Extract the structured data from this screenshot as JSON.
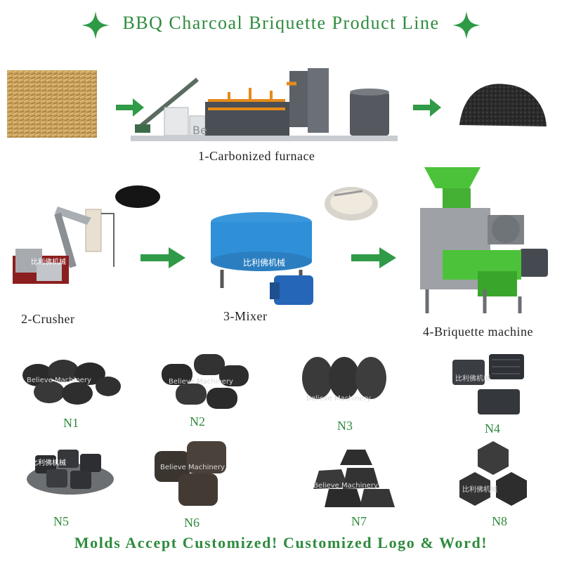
{
  "header": {
    "title": "BBQ Charcoal Briquette Product Line"
  },
  "steps": [
    {
      "label": "1-Carbonized furnace"
    },
    {
      "label": "2-Crusher"
    },
    {
      "label": "3-Mixer"
    },
    {
      "label": "4-Briquette machine"
    }
  ],
  "watermark": {
    "cn": "比利佛机械",
    "en": "Believe Machinery",
    "short": "Be"
  },
  "samples": [
    {
      "label": "N1"
    },
    {
      "label": "N2"
    },
    {
      "label": "N3"
    },
    {
      "label": "N4"
    },
    {
      "label": "N5"
    },
    {
      "label": "N6"
    },
    {
      "label": "N7"
    },
    {
      "label": "N8"
    }
  ],
  "footer": {
    "text": "Molds Accept Customized! Customized Logo & Word!"
  },
  "colors": {
    "accent": "#2e8b3e",
    "arrow": "#2f9a47",
    "machine_green": "#4cc23a",
    "mixer_blue": "#2f8fd8",
    "charcoal": "#2a2a2a"
  },
  "icons": [
    "four-point-star-icon",
    "right-arrow-icon"
  ]
}
